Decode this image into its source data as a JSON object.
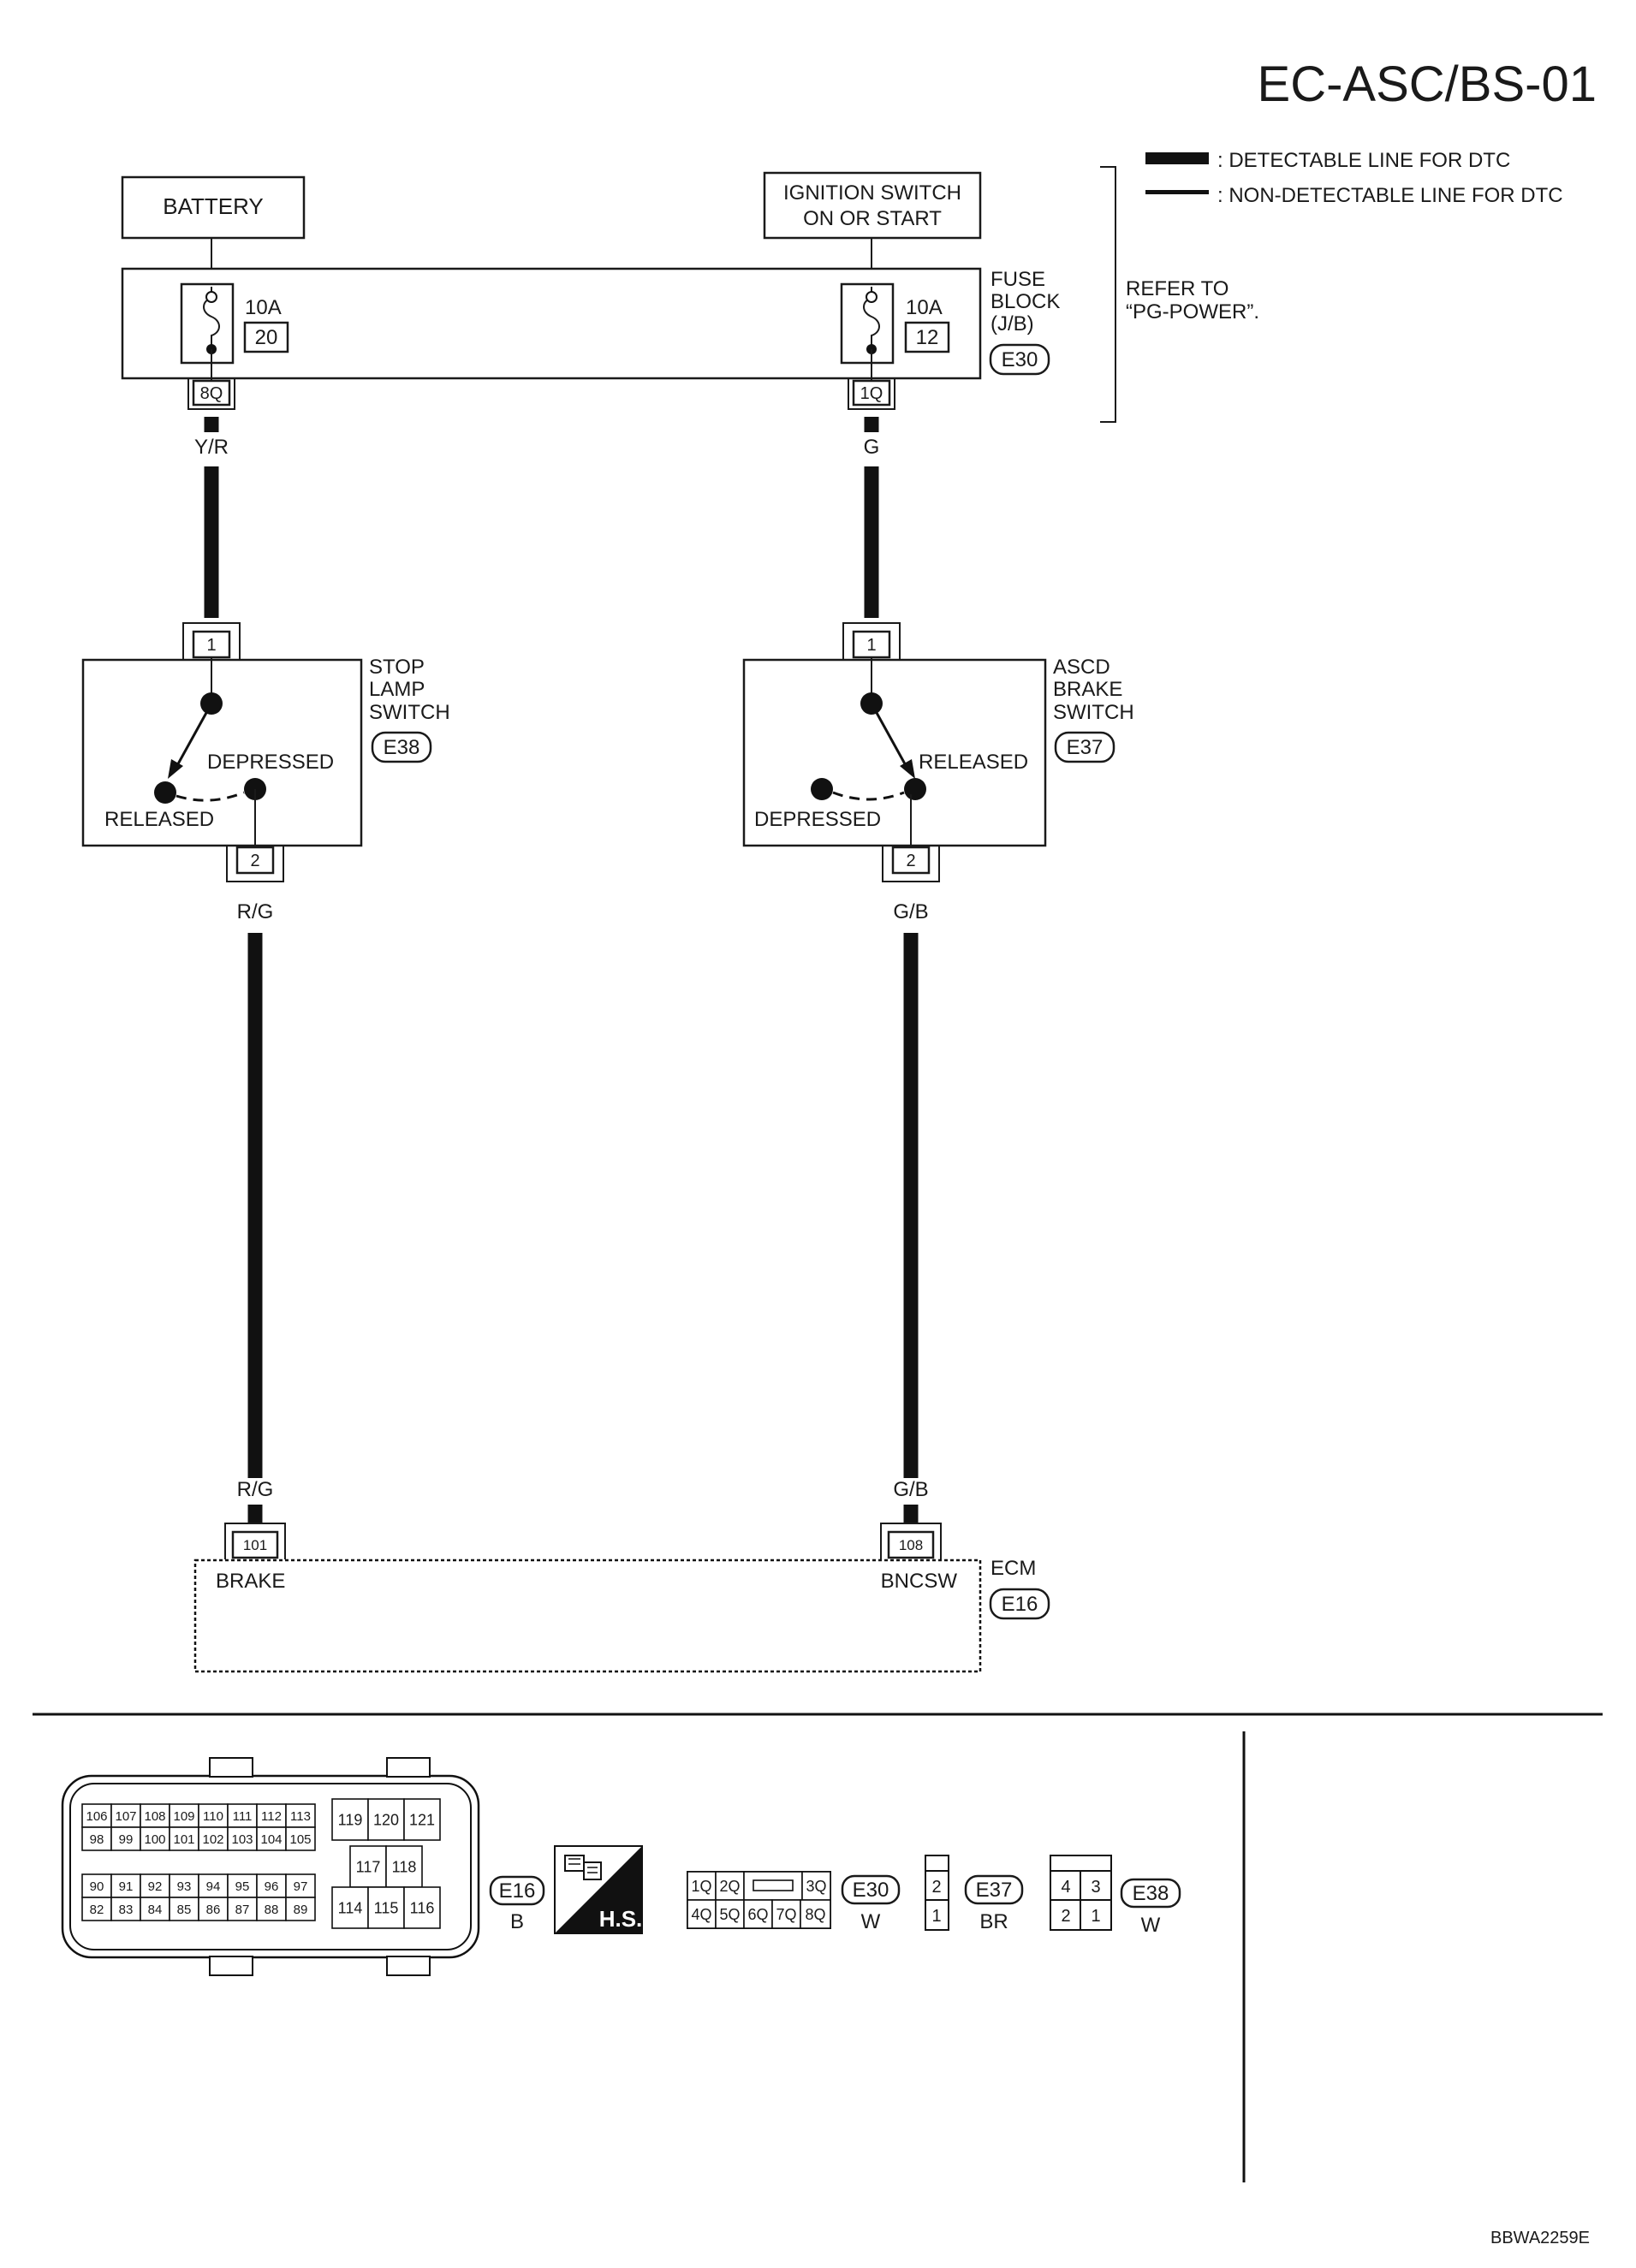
{
  "title": "EC-ASC/BS-01",
  "legend": {
    "detectable": ": DETECTABLE LINE FOR DTC",
    "non_detectable": ": NON-DETECTABLE LINE FOR DTC",
    "refer": "REFER TO",
    "refer_target": "“PG-POWER”."
  },
  "battery": "BATTERY",
  "ignition": {
    "line1": "IGNITION SWITCH",
    "line2": "ON OR START"
  },
  "fuse_block": {
    "name1": "FUSE",
    "name2": "BLOCK",
    "name3": "(J/B)",
    "connector": "E30",
    "left_rating": "10A",
    "left_number": "20",
    "left_terminal": "8Q",
    "right_rating": "10A",
    "right_number": "12",
    "right_terminal": "1Q"
  },
  "wires": {
    "left_top": "Y/R",
    "right_top": "G",
    "left_mid": "R/G",
    "right_mid": "G/B",
    "left_bot": "R/G",
    "right_bot": "G/B"
  },
  "stop_lamp_switch": {
    "name1": "STOP",
    "name2": "LAMP",
    "name3": "SWITCH",
    "connector": "E38",
    "pin_in": "1",
    "pin_out": "2",
    "pos_a": "DEPRESSED",
    "pos_b": "RELEASED"
  },
  "ascd_brake_switch": {
    "name1": "ASCD",
    "name2": "BRAKE",
    "name3": "SWITCH",
    "connector": "E37",
    "pin_in": "1",
    "pin_out": "2",
    "pos_a": "RELEASED",
    "pos_b": "DEPRESSED"
  },
  "ecm": {
    "name": "ECM",
    "connector": "E16",
    "pin_left": "101",
    "pin_left_label": "BRAKE",
    "pin_right": "108",
    "pin_right_label": "BNCSW"
  },
  "connectors": {
    "e16": {
      "id": "E16",
      "color": "B",
      "row1": [
        "106",
        "107",
        "108",
        "109",
        "110",
        "111",
        "112",
        "113"
      ],
      "row2": [
        "98",
        "99",
        "100",
        "101",
        "102",
        "103",
        "104",
        "105"
      ],
      "row3": [
        "90",
        "91",
        "92",
        "93",
        "94",
        "95",
        "96",
        "97"
      ],
      "row4": [
        "82",
        "83",
        "84",
        "85",
        "86",
        "87",
        "88",
        "89"
      ],
      "top_right": [
        "119",
        "120",
        "121"
      ],
      "mid_right": [
        "117",
        "118"
      ],
      "bot_right": [
        "114",
        "115",
        "116"
      ]
    },
    "hs_label": "H.S.",
    "e30": {
      "id": "E30",
      "color": "W",
      "top": [
        "1Q",
        "2Q",
        "3Q"
      ],
      "bottom": [
        "4Q",
        "5Q",
        "6Q",
        "7Q",
        "8Q"
      ]
    },
    "e37": {
      "id": "E37",
      "color": "BR",
      "top": "2",
      "bottom": "1"
    },
    "e38": {
      "id": "E38",
      "color": "W",
      "top": [
        "4",
        "3"
      ],
      "bottom": [
        "2",
        "1"
      ]
    }
  },
  "footer_code": "BBWA2259E"
}
